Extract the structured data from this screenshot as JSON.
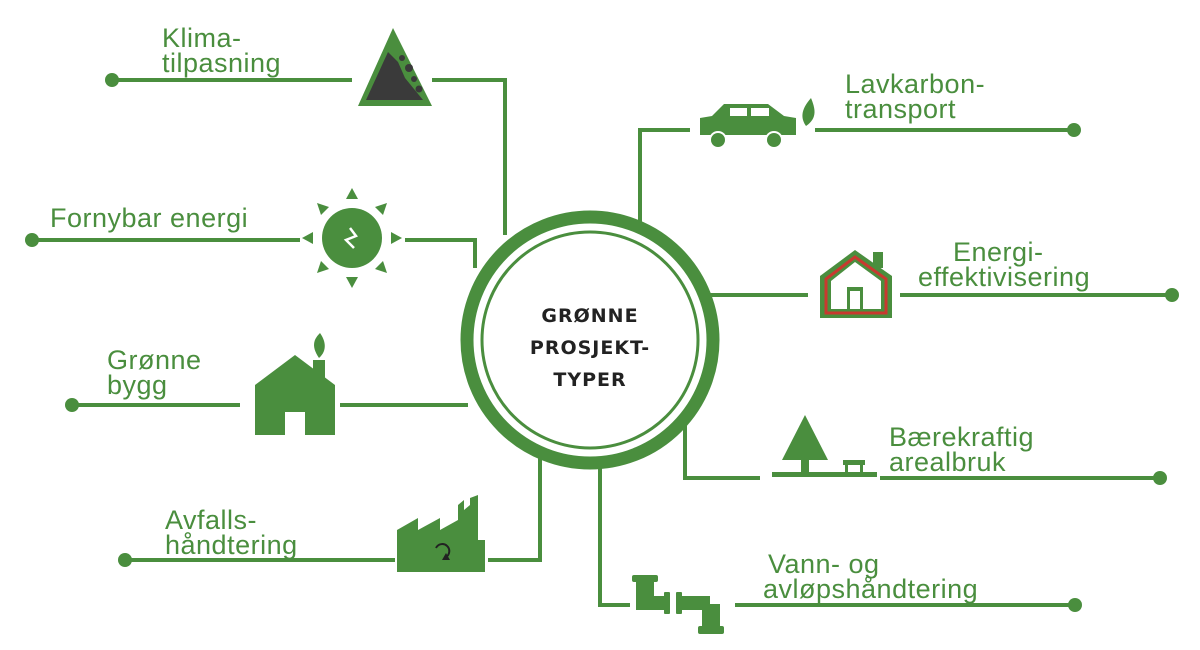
{
  "colors": {
    "green": "#4a8e3e",
    "dark_green": "#3a7232",
    "center_text": "#222222",
    "house_outline_red": "#c8392f",
    "rock": "#3a3a3a"
  },
  "center": {
    "lines": [
      "GRØNNE",
      "PROSJEKT-",
      "TYPER"
    ]
  },
  "categories": [
    {
      "id": "klimatilpasning",
      "lines": [
        "Klima-",
        "tilpasning"
      ],
      "icon": "landslide-triangle-icon"
    },
    {
      "id": "fornybar-energi",
      "lines": [
        "Fornybar energi"
      ],
      "icon": "sun-icon"
    },
    {
      "id": "gronne-bygg",
      "lines": [
        "Grønne",
        "bygg"
      ],
      "icon": "green-house-leaf-icon"
    },
    {
      "id": "avfallshandtering",
      "lines": [
        "Avfalls-",
        "håndtering"
      ],
      "icon": "factory-recycle-icon"
    },
    {
      "id": "lavkarbontransport",
      "lines": [
        "Lavkarbon-",
        "transport"
      ],
      "icon": "car-leaf-icon"
    },
    {
      "id": "energieffektivisering",
      "lines": [
        "Energi-",
        "effektivisering"
      ],
      "icon": "house-outline-icon"
    },
    {
      "id": "baerekraftig-arealbruk",
      "lines": [
        "Bærekraftig",
        "arealbruk"
      ],
      "icon": "tree-bench-icon"
    },
    {
      "id": "vann-avlop",
      "lines": [
        "Vann- og",
        "avløpshåndtering"
      ],
      "icon": "pipe-icon"
    }
  ]
}
